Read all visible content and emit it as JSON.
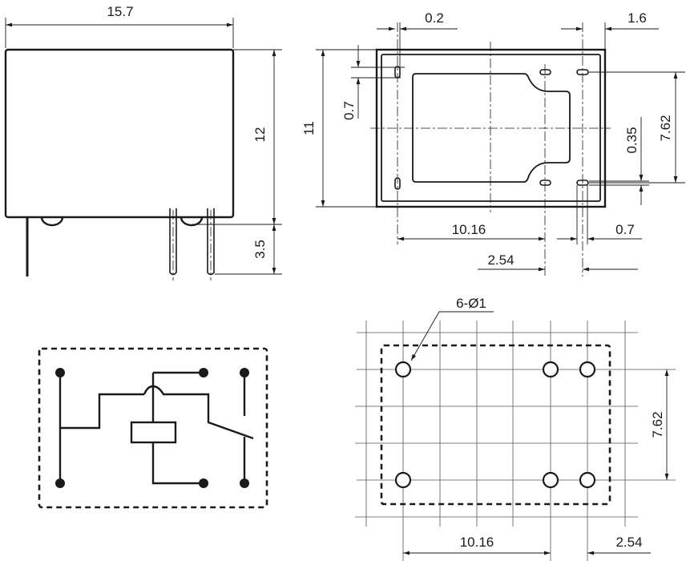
{
  "colors": {
    "line": "#1a1a1a",
    "background": "#ffffff"
  },
  "side_view": {
    "width_label": "15.7",
    "height_label": "12",
    "pin_length_label": "3.5"
  },
  "bottom_view": {
    "height_label": "11",
    "slot_width_label": "0.2",
    "slot_length_label": "0.7",
    "edge_offset_label": "1.6",
    "row_spacing_label": "7.62",
    "slot_thickness_label": "0.35",
    "pin_span_label": "10.16",
    "pin_width_label": "0.7",
    "pin_pitch_label": "2.54"
  },
  "pcb_layout": {
    "holes_label": "6-Ø1",
    "row_spacing_label": "7.62",
    "pin_span_label": "10.16",
    "pin_pitch_label": "2.54"
  }
}
